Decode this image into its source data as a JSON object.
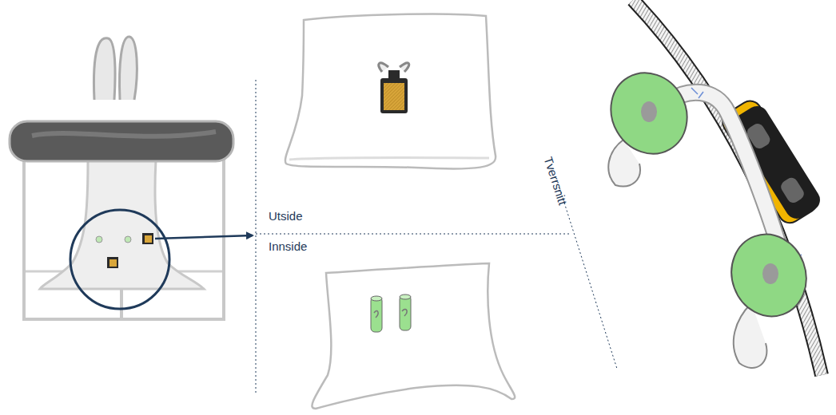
{
  "diagram": {
    "labels": [
      "Utside",
      "Innside",
      "Tverrsnitt"
    ]
  }
}
